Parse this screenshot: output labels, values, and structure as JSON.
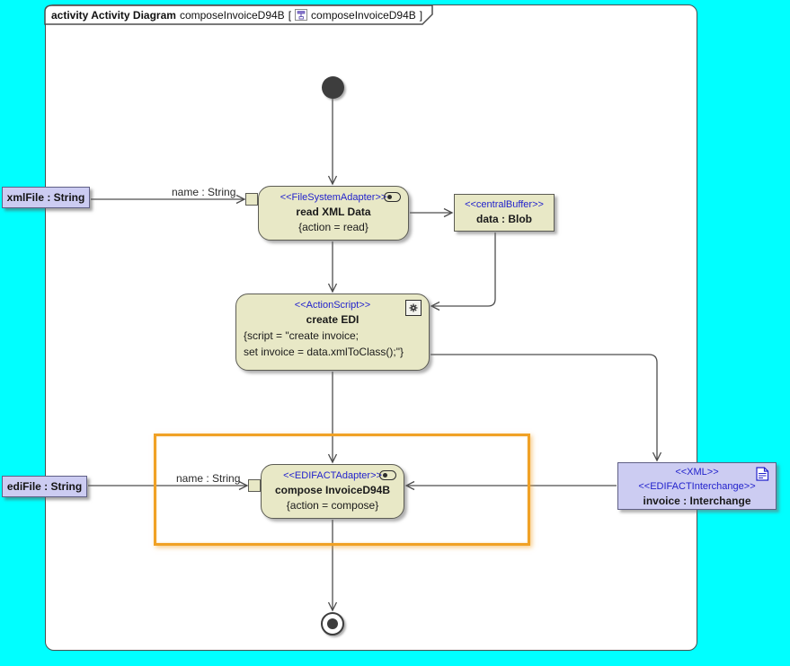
{
  "title": {
    "keyword": "activity Activity Diagram",
    "diagram_name": "composeInvoiceD94B",
    "bracket_open": "[",
    "ref_name": "composeInvoiceD94B",
    "bracket_close": "]"
  },
  "nodes": {
    "read": {
      "stereotype": "<<FileSystemAdapter>>",
      "name": "read XML Data",
      "constraint": "{action = read}"
    },
    "data_blob": {
      "stereotype": "<<centralBuffer>>",
      "name": "data : Blob"
    },
    "create_edi": {
      "stereotype": "<<ActionScript>>",
      "name": "create EDI",
      "script_line1": "{script = \"create invoice;",
      "script_line2": "set invoice = data.xmlToClass();\"}"
    },
    "compose": {
      "stereotype": "<<EDIFACTAdapter>>",
      "name": "compose InvoiceD94B",
      "constraint": "{action = compose}"
    },
    "invoice": {
      "stereotype_xml": "<<XML>>",
      "stereotype_edifact": "<<EDIFACTInterchange>>",
      "name": "invoice : Interchange"
    }
  },
  "parameters": {
    "xml_file": "xmlFile : String",
    "edi_file": "ediFile : String"
  },
  "edge_labels": {
    "read_pin": "name : String",
    "compose_pin": "name : String"
  },
  "colors": {
    "app_background": "#00ffff",
    "canvas": "#ffffff",
    "action_fill": "#e8e8c6",
    "object_fill": "#ccccf2",
    "stereotype_text": "#2222cc",
    "selection_highlight": "#f0a125",
    "connector": "#4d4d4d"
  }
}
